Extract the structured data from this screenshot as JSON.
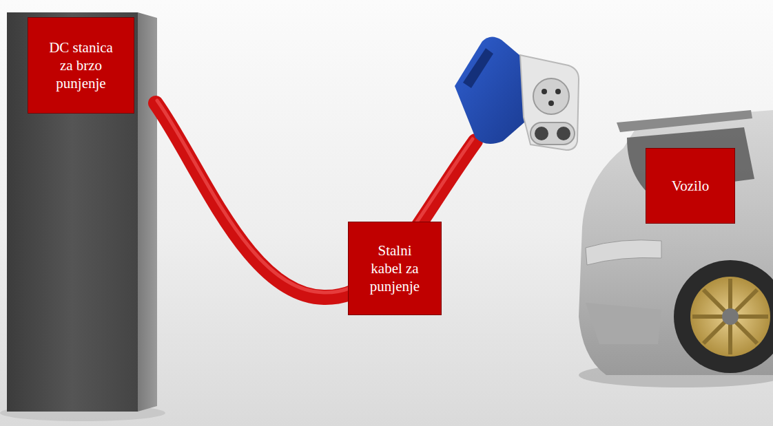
{
  "diagram": {
    "nodes": [
      {
        "text": [
          "DC stanica za brzo punjenje"
        ]
      },
      {
        "text": [
          "Stalni kabel za punjenje"
        ]
      },
      {
        "text": [
          "Vozilo"
        ]
      }
    ]
  }
}
